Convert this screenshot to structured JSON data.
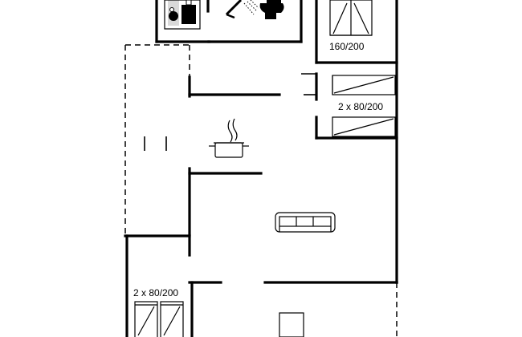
{
  "labels": {
    "bed_top_right": "160/200",
    "bed_right_pair": "2 x 80/200",
    "bed_bottom_left": "2 x 80/200"
  },
  "icons": [
    "toilet-icon",
    "shower-icon",
    "washing-machine-icon",
    "cooking-pot-icon",
    "sofa-icon",
    "double-bed-icon",
    "single-bed-icon",
    "table-icon"
  ]
}
